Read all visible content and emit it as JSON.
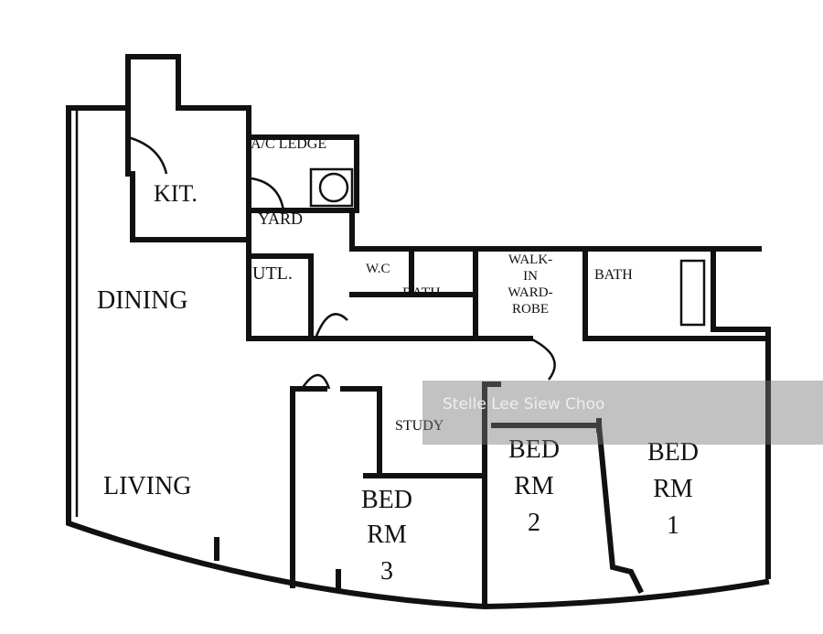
{
  "rooms": {
    "ac_ledge": "A/C LEDGE",
    "kitchen": "KIT.",
    "yard": "YARD",
    "dining": "DINING",
    "utility": "UTL.",
    "wc": "W.C",
    "bath_common": "BATH",
    "walk_in": [
      "WALK-",
      "IN",
      "WARD-",
      "ROBE"
    ],
    "bath_master": "BATH",
    "study": "STUDY",
    "living": "LIVING",
    "bedroom3": [
      "BED",
      "RM",
      "3"
    ],
    "bedroom2": [
      "BED",
      "RM",
      "2"
    ],
    "bedroom1": [
      "BED",
      "RM",
      "1"
    ]
  },
  "watermark": "Stelle Lee Siew Choo"
}
